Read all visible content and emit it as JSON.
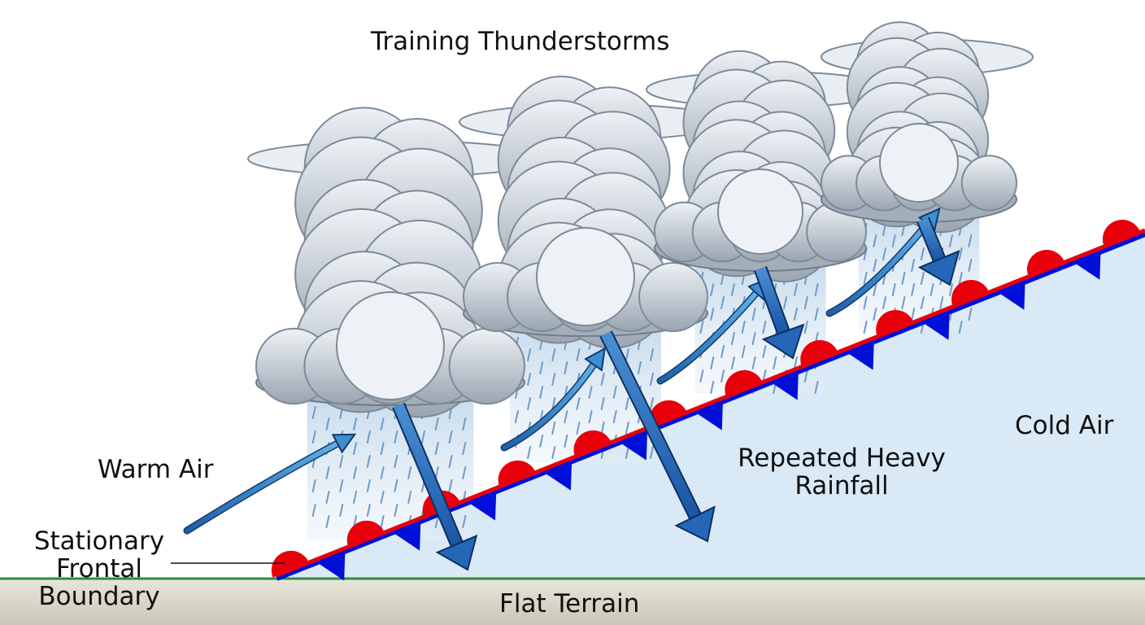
{
  "labels": {
    "title": "Training Thunderstorms",
    "warm_air": "Warm Air",
    "cold_air": "Cold Air",
    "rainfall_line1": "Repeated Heavy",
    "rainfall_line2": "Rainfall",
    "front_line1": "Stationary",
    "front_line2": "Frontal",
    "front_line3": "Boundary",
    "terrain": "Flat Terrain"
  },
  "storm_count": 4,
  "colors": {
    "warm_front_semicircle": "#e8000a",
    "cold_front_triangle": "#0010d8",
    "front_line": "#e8000a",
    "cold_air_fill": "#d9e9f5",
    "ground": "#d8d6cc",
    "ground_line": "#2e8b3a",
    "cloud_light": "#e6ecf2",
    "cloud_dark": "#8f9aa6",
    "rain": "#8fb3d6",
    "warm_arrow": "#3b8fd0",
    "down_arrow": "#2467b8"
  }
}
